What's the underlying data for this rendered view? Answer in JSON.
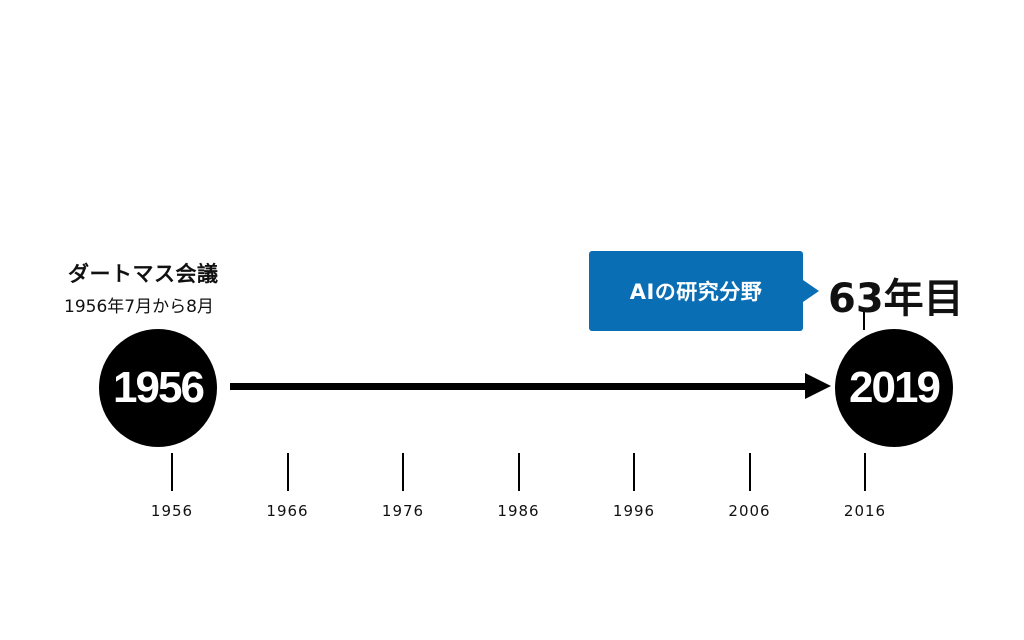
{
  "event": {
    "name": "ダートマス会議",
    "dates": "1956年7月から8月"
  },
  "timeline": {
    "start_year": "1956",
    "end_year": "2019",
    "callout_label": "AIの研究分野",
    "elapsed_label": "63年目"
  },
  "axis_ticks": [
    "1956",
    "1966",
    "1976",
    "1986",
    "1996",
    "2006",
    "2016"
  ],
  "colors": {
    "callout": "#0a6eb4",
    "circle": "#000000",
    "text": "#111111"
  }
}
